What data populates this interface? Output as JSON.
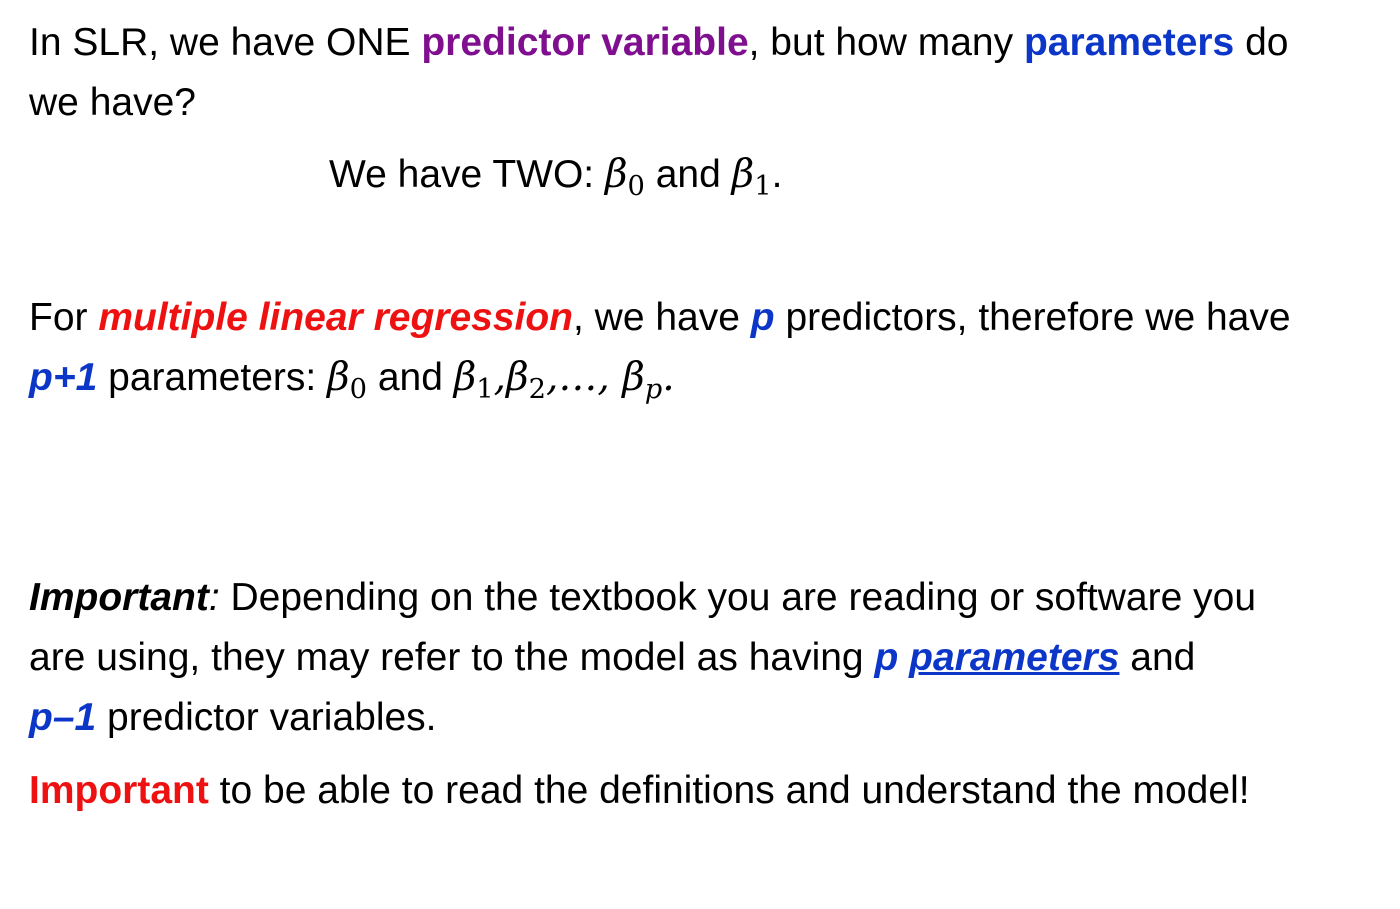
{
  "p1": {
    "t1": "In SLR, we have ONE ",
    "predictor_variable": "predictor variable",
    "t2": ", but how many ",
    "parameters": "parameters",
    "t3": " do",
    "line2": "we have?"
  },
  "p2": {
    "t1": "We have TWO: ",
    "beta": "β",
    "sub0": "0",
    "and": " and ",
    "sub1": "1",
    "period": "."
  },
  "p3": {
    "t1": "For ",
    "mlr": "multiple linear regression",
    "t2": ", we have ",
    "p": "p",
    "t3": " predictors, therefore we have",
    "p_plus_1": "p+1",
    "t4": " parameters: ",
    "beta": "β",
    "sub0": "0",
    "and": " and ",
    "sub1": "1",
    "comma": ",",
    "sub2": "2",
    "ellipsis": ",…, ",
    "subp": "p",
    "period": "."
  },
  "p4": {
    "important": "Important",
    "colon": ":",
    "t1": " Depending on the textbook you are reading or software you",
    "t2": "are using, they may refer to the model as having ",
    "p": "p",
    "space": " ",
    "parameters": "parameters",
    "and": " and",
    "p_minus_1": "p–1",
    "t3": " predictor variables."
  },
  "p5": {
    "important": "Important",
    "t1": " to be able to read the definitions and understand the model!"
  },
  "colors": {
    "purple": "#7f0f8f",
    "blue": "#0b36c8",
    "red": "#ee1111"
  }
}
